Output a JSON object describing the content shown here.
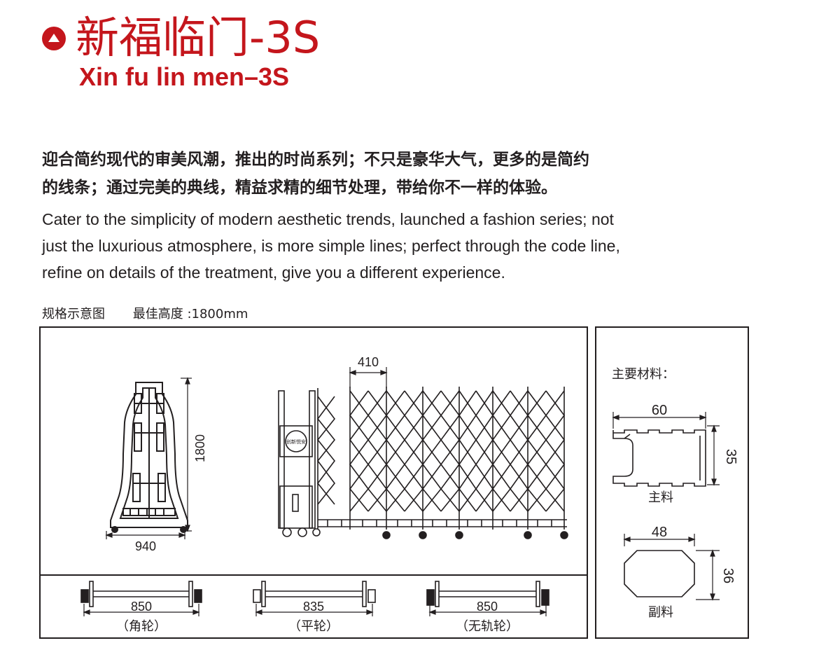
{
  "header": {
    "title_cn": "新福临门-3S",
    "title_en": "Xin fu lin men–3S",
    "accent_color": "#c4161c",
    "badge_icon": "up-triangle-icon"
  },
  "description": {
    "cn_lines": [
      "迎合简约现代的审美风潮，推出的时尚系列；不只是豪华大气，更多的是简约",
      "的线条；通过完美的典线，精益求精的细节处理，带给你不一样的体验。"
    ],
    "en_lines": [
      "Cater to the simplicity of modern aesthetic trends, launched a fashion series; not",
      "just the luxurious atmosphere, is more simple lines; perfect through the code line,",
      "refine on details of the treatment, give you a different experience."
    ]
  },
  "spec": {
    "diagram_label": "规格示意图",
    "max_height": "最佳高度 :1800mm"
  },
  "main_diagram": {
    "side_width": "940",
    "side_height": "1800",
    "pitch": "410",
    "motor_badge": "创新悦安"
  },
  "wheels": [
    {
      "width": "850",
      "label": "（角轮）"
    },
    {
      "width": "835",
      "label": "（平轮）"
    },
    {
      "width": "850",
      "label": "（无轨轮）"
    }
  ],
  "materials": {
    "title": "主要材料：",
    "main": {
      "width": "60",
      "height": "35",
      "label": "主料"
    },
    "secondary": {
      "width": "48",
      "height": "36",
      "label": "副料"
    }
  }
}
